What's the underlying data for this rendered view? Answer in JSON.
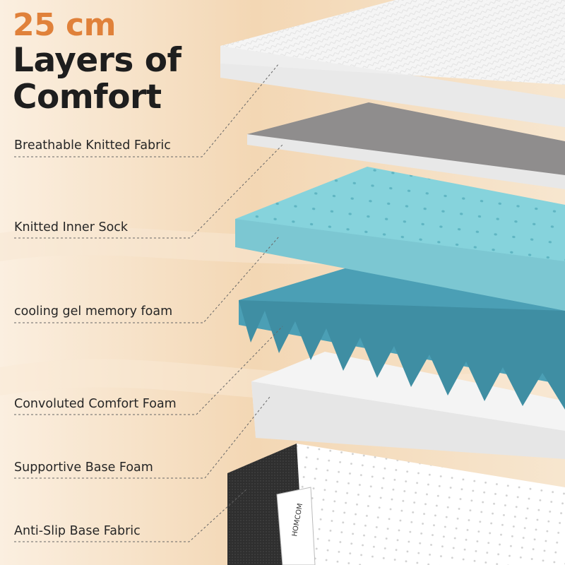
{
  "headline": {
    "size": "25 cm",
    "line1": "Layers of",
    "line2": "Comfort"
  },
  "layers": [
    {
      "label": "Breathable Knitted Fabric"
    },
    {
      "label": "Knitted Inner Sock"
    },
    {
      "label": "cooling gel memory foam"
    },
    {
      "label": "Convoluted Comfort Foam"
    },
    {
      "label": "Supportive Base Foam"
    },
    {
      "label": "Anti-Slip Base Fabric"
    }
  ],
  "brand": {
    "logo_text": "HOMCOM"
  },
  "colors": {
    "accent": "#e0813a",
    "text": "#1e1e1e",
    "gel_foam": "#86d3dc",
    "convoluted_foam": "#4b9fb5",
    "base_fabric": "#2f2f2f"
  }
}
